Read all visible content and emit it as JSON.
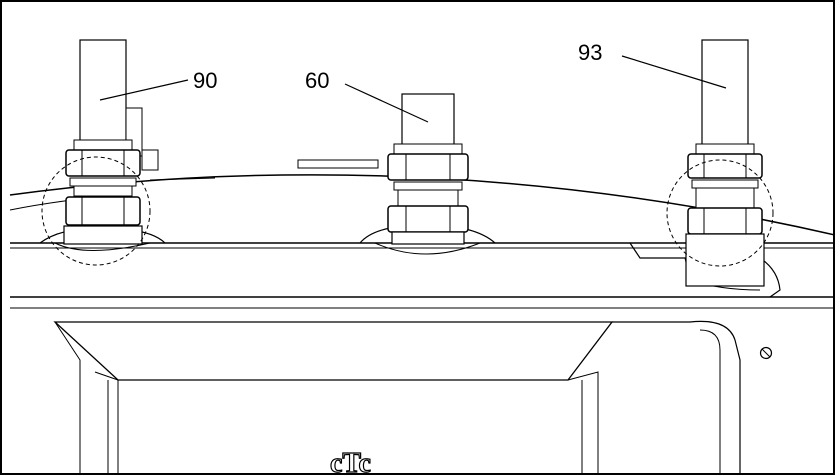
{
  "labels": {
    "left_pipe": "90",
    "middle_pipe": "60",
    "right_pipe": "93"
  },
  "logo": {
    "text": "cTc"
  },
  "colors": {
    "line": "#000000",
    "light_line": "#555555",
    "background": "#ffffff"
  }
}
